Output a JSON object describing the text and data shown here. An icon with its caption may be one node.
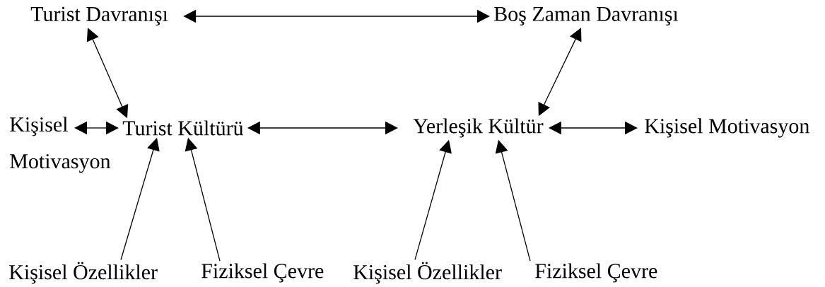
{
  "diagram": {
    "nodes": [
      {
        "text": [
          "Turist Davranışı"
        ]
      },
      {
        "text": [
          "Boş Zaman Davranışı"
        ]
      },
      {
        "text": [
          "Kişisel Motivasyon"
        ]
      },
      {
        "text": [
          "Turist Kültürü"
        ]
      },
      {
        "text": [
          "Yerleşik Kültür"
        ]
      },
      {
        "text": [
          "Kişisel Motivasyon"
        ]
      },
      {
        "text": [
          "Kişisel Özellikler"
        ]
      },
      {
        "text": [
          "Fiziksel Çevre"
        ]
      },
      {
        "text": [
          "Kişisel Özellikler"
        ]
      },
      {
        "text": [
          "Fiziksel Çevre"
        ]
      }
    ],
    "edges": [
      {
        "from": 0,
        "to": 1,
        "arrow": "both"
      },
      {
        "from": 0,
        "to": 3,
        "arrow": "both"
      },
      {
        "from": 1,
        "to": 4,
        "arrow": "both"
      },
      {
        "from": 2,
        "to": 3,
        "arrow": "both"
      },
      {
        "from": 3,
        "to": 4,
        "arrow": "both"
      },
      {
        "from": 4,
        "to": 5,
        "arrow": "both"
      },
      {
        "from": 6,
        "to": 3,
        "arrow": "to"
      },
      {
        "from": 7,
        "to": 3,
        "arrow": "to"
      },
      {
        "from": 8,
        "to": 4,
        "arrow": "to"
      },
      {
        "from": 9,
        "to": 4,
        "arrow": "to"
      }
    ]
  }
}
